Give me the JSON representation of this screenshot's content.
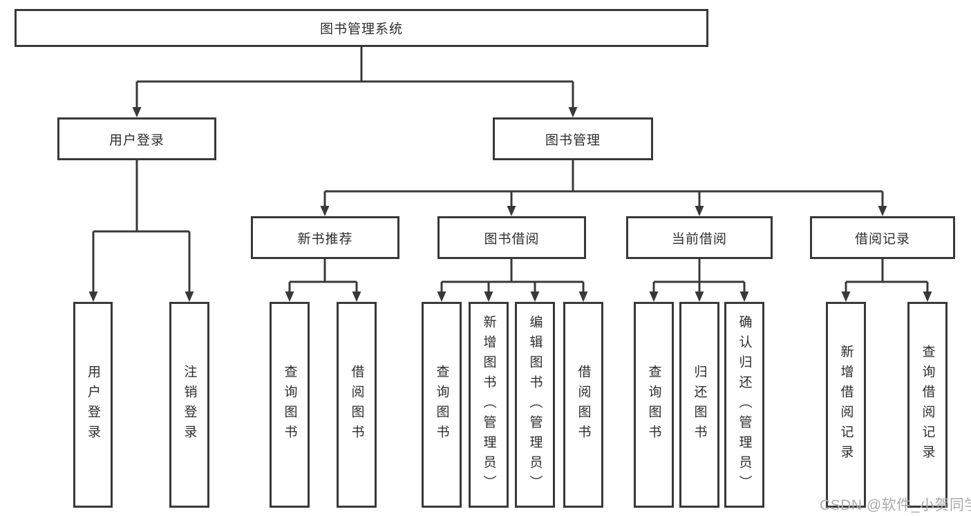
{
  "diagram_title": "图书管理系统",
  "watermark": "CSDN @软件_小贺同学",
  "colors": {
    "line": "#383838",
    "text": "#2d2d2d",
    "watermark": "#aaaaaa",
    "background": "#ffffff"
  },
  "tree": {
    "title": "图书管理系统",
    "children": [
      {
        "label": "用户登录",
        "children": [
          {
            "label": "用户登录"
          },
          {
            "label": "注销登录"
          }
        ]
      },
      {
        "label": "图书管理",
        "children": [
          {
            "label": "新书推荐",
            "children": [
              {
                "label": "查询图书"
              },
              {
                "label": "借阅图书"
              }
            ]
          },
          {
            "label": "图书借阅",
            "children": [
              {
                "label": "查询图书"
              },
              {
                "label": "新增图书（管理员）"
              },
              {
                "label": "编辑图书（管理员）"
              },
              {
                "label": "借阅图书"
              }
            ]
          },
          {
            "label": "当前借阅",
            "children": [
              {
                "label": "查询图书"
              },
              {
                "label": "归还图书"
              },
              {
                "label": "确认归还（管理员）"
              }
            ]
          },
          {
            "label": "借阅记录",
            "children": [
              {
                "label": "新增借阅记录"
              },
              {
                "label": "查询借阅记录"
              }
            ]
          }
        ]
      }
    ]
  }
}
